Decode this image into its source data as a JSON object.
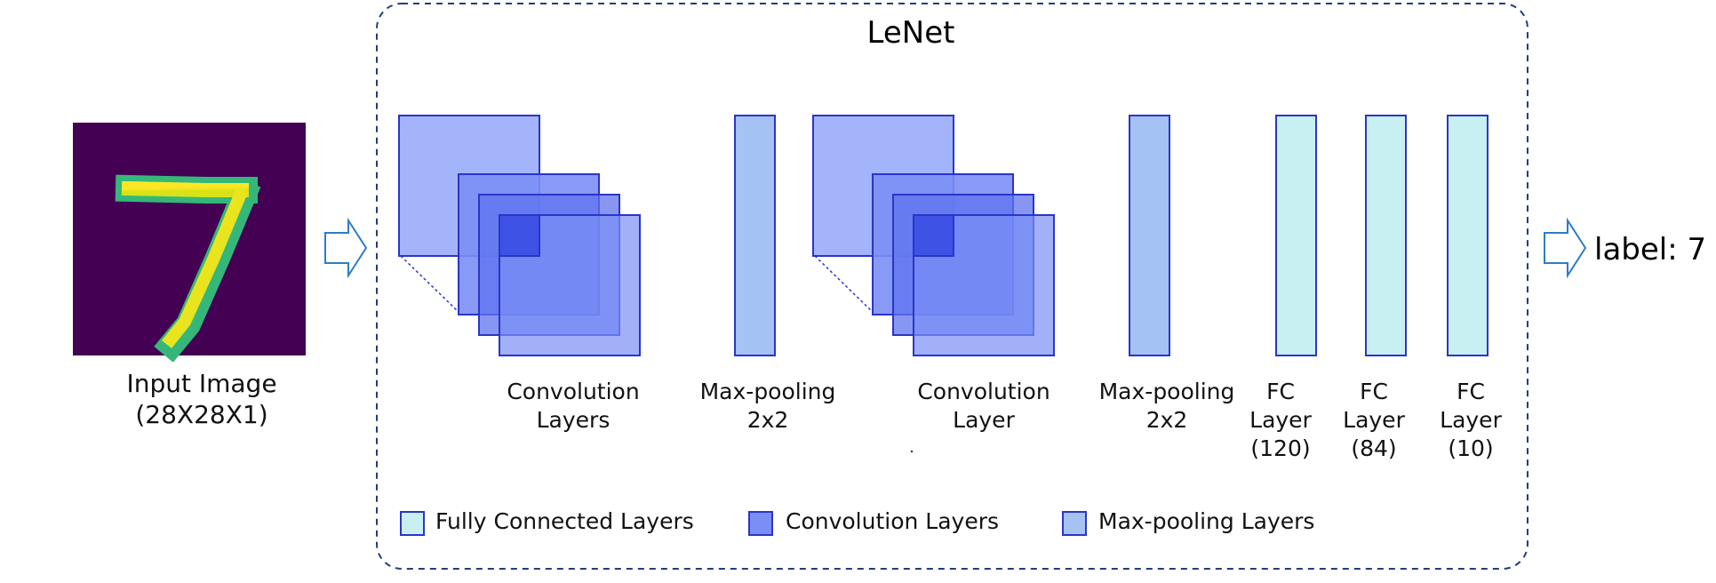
{
  "title": "LeNet",
  "input": {
    "label_line1": "Input Image",
    "label_line2": "(28X28X1)",
    "digit": "7"
  },
  "output": {
    "label": "label: 7"
  },
  "layers": {
    "conv1": {
      "line1": "Convolution",
      "line2": "Layers"
    },
    "pool1": {
      "line1": "Max-pooling",
      "line2": "2x2"
    },
    "conv2": {
      "line1": "Convolution",
      "line2": "Layer"
    },
    "pool2": {
      "line1": "Max-pooling",
      "line2": "2x2"
    },
    "fc1": {
      "line1": "FC",
      "line2": "Layer",
      "line3": "(120)"
    },
    "fc2": {
      "line1": "FC",
      "line2": "Layer",
      "line3": "(84)"
    },
    "fc3": {
      "line1": "FC",
      "line2": "Layer",
      "line3": "(10)"
    }
  },
  "legend": {
    "fc": "Fully Connected Layers",
    "conv": "Convolution Layers",
    "pool": "Max-pooling Layers"
  },
  "colors": {
    "conv_fill": "#7b8ef5",
    "conv_front_fill": "#3f52e6",
    "pool_fill": "#a4c2f4",
    "fc_fill": "#c8f0f2",
    "stroke": "#2b35c9",
    "frame": "#1f3f7a",
    "arrow": "#2e7cc4",
    "image_bg": "#440154",
    "digit": "#fde725"
  }
}
